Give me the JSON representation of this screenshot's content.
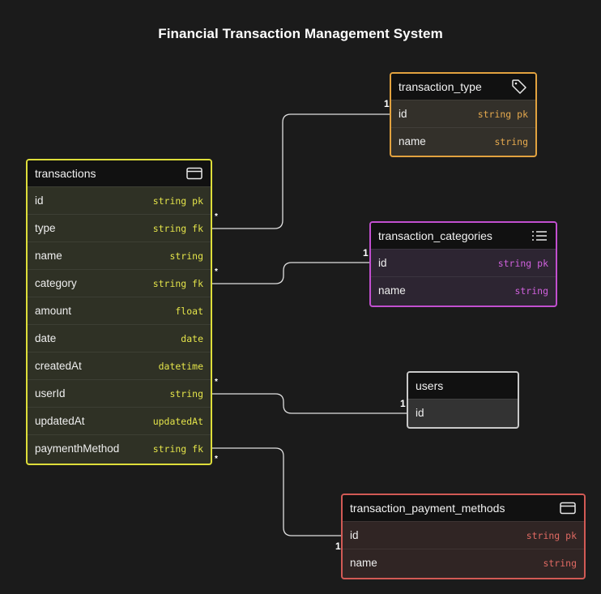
{
  "title": "Financial Transaction Management System",
  "colors": {
    "background": "#1b1b1b",
    "transactions": "#dede3a",
    "transaction_type": "#e2a23f",
    "transaction_categories": "#c24fd0",
    "users": "#c9c9c9",
    "transaction_payment_methods": "#d25a55",
    "edge": "#e0e0e0"
  },
  "entities": {
    "transactions": {
      "name": "transactions",
      "icon": "card-icon",
      "fields": [
        {
          "name": "id",
          "type": "string pk"
        },
        {
          "name": "type",
          "type": "string fk"
        },
        {
          "name": "name",
          "type": "string"
        },
        {
          "name": "category",
          "type": "string fk"
        },
        {
          "name": "amount",
          "type": "float"
        },
        {
          "name": "date",
          "type": "date"
        },
        {
          "name": "createdAt",
          "type": "datetime"
        },
        {
          "name": "userId",
          "type": "string"
        },
        {
          "name": "updatedAt",
          "type": "updatedAt"
        },
        {
          "name": "paymenthMethod",
          "type": "string fk"
        }
      ]
    },
    "transaction_type": {
      "name": "transaction_type",
      "icon": "tag-icon",
      "fields": [
        {
          "name": "id",
          "type": "string pk"
        },
        {
          "name": "name",
          "type": "string"
        }
      ]
    },
    "transaction_categories": {
      "name": "transaction_categories",
      "icon": "list-icon",
      "fields": [
        {
          "name": "id",
          "type": "string pk"
        },
        {
          "name": "name",
          "type": "string"
        }
      ]
    },
    "users": {
      "name": "users",
      "fields": [
        {
          "name": "id",
          "type": ""
        }
      ]
    },
    "transaction_payment_methods": {
      "name": "transaction_payment_methods",
      "icon": "card-icon",
      "fields": [
        {
          "name": "id",
          "type": "string pk"
        },
        {
          "name": "name",
          "type": "string"
        }
      ]
    }
  },
  "relationships": [
    {
      "from": "transactions.type",
      "to": "transaction_type.id",
      "from_card": "*",
      "to_card": "1"
    },
    {
      "from": "transactions.category",
      "to": "transaction_categories.id",
      "from_card": "*",
      "to_card": "1"
    },
    {
      "from": "transactions.userId",
      "to": "users.id",
      "from_card": "*",
      "to_card": "1"
    },
    {
      "from": "transactions.paymenthMethod",
      "to": "transaction_payment_methods.id",
      "from_card": "*",
      "to_card": "1"
    }
  ]
}
